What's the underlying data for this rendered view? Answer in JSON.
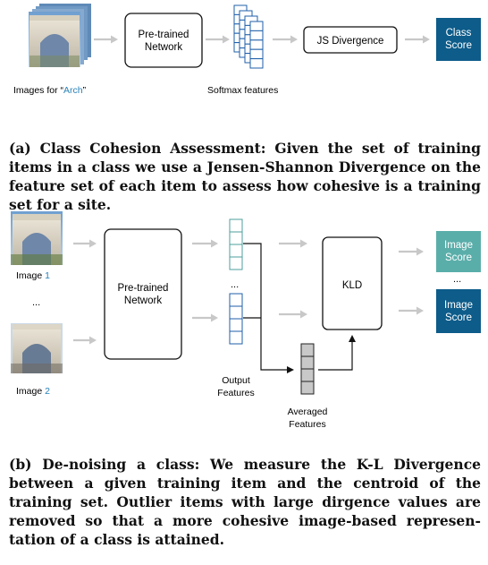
{
  "panel_a": {
    "network_line1": "Pre-trained",
    "network_line2": "Network",
    "js_label": "JS Divergence",
    "class_score_line1": "Class",
    "class_score_line2": "Score",
    "images_label_prefix": "Images for “",
    "images_label_highlight": "Arch",
    "images_label_suffix": "”",
    "softmax_label": "Softmax features",
    "caption": "(a) Class Cohesion Assessment: Given the set of training items in a class we use a Jensen-Shannon Divergence on the feature set of each item to assess how cohesive is a training set for a site."
  },
  "panel_b": {
    "image1_prefix": "Image ",
    "image1_index": "1",
    "image2_prefix": "Image ",
    "image2_index": "2",
    "images_ellipsis": "...",
    "network_line1": "Pre-trained",
    "network_line2": "Network",
    "features_ellipsis": "...",
    "output_features_line1": "Output",
    "output_features_line2": "Features",
    "kld_label": "KLD",
    "averaged_line1": "Averaged",
    "averaged_line2": "Features",
    "image_score_line1": "Image",
    "image_score_line2": "Score",
    "scores_ellipsis": "...",
    "caption": "(b) De-noising a class: We measure the K-L Divergence between a given training item and the centroid of the training set. Outlier items with large dirgence values are removed so that a more cohesive image-based represen-tation of a class is attained."
  },
  "colors": {
    "arrow": "#c8c8c8",
    "dark_score": "#0d5c8a",
    "teal_score": "#5aaeaa",
    "teal_outline": "#4c9f9c",
    "blue_outline": "#1f5fa8",
    "averaged_fill": "#c8c8c8",
    "highlight_text": "#2a82b8"
  }
}
